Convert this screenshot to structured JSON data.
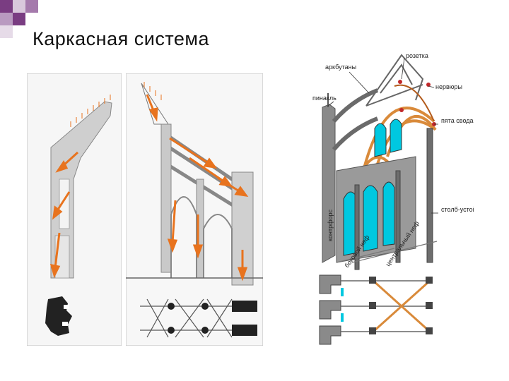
{
  "slide": {
    "title": "Каркасная система"
  },
  "labels": {
    "arkbutany": "аркбутаны",
    "rozetka": "розетка",
    "nervyury": "нервюры",
    "pinakl": "пинакль",
    "pyata_svoda": "пята свода",
    "kontrfors": "контрфорс",
    "stolb_ustoy": "столб-устой",
    "bokovoy_nef": "боковой неф",
    "centralny_nef": "центральный неф"
  },
  "colors": {
    "accent_square": "#7a3d82",
    "arrow": "#e8731e",
    "glass": "#00c8e0",
    "arch": "#d98a3a",
    "stone": "#7d7d7d"
  }
}
